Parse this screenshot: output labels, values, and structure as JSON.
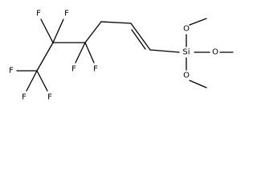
{
  "structure": {
    "atoms": {
      "f_top_left": "F",
      "f_top_right": "F",
      "f_mid_left": "F",
      "f_mid_right": "F",
      "f_left": "F",
      "f_bottom_left": "F",
      "f_bottom_right": "F",
      "silicon": "Si",
      "o_top": "O",
      "o_right": "O",
      "o_bottom": "O"
    }
  }
}
